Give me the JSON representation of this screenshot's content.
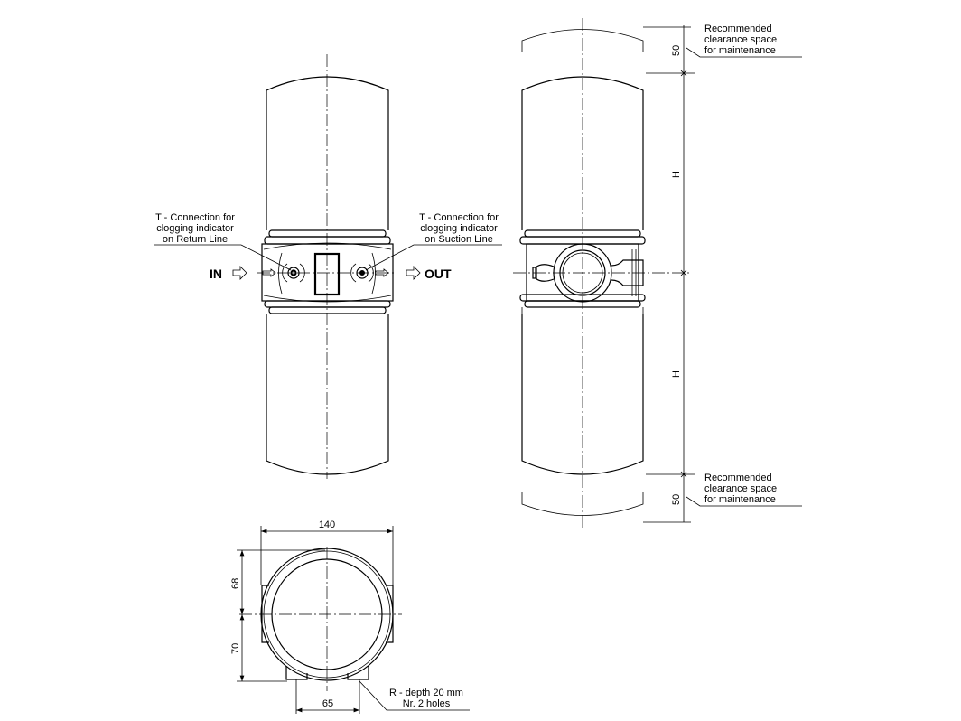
{
  "front_view": {
    "callout_left": [
      "T - Connection for",
      "clogging indicator",
      "on Return Line"
    ],
    "callout_right": [
      "T - Connection for",
      "clogging indicator",
      "on Suction Line"
    ],
    "inlet_label": "IN",
    "outlet_label": "OUT"
  },
  "side_view": {
    "clearance_note_top": [
      "Recommended",
      "clearance space",
      "for maintenance"
    ],
    "clearance_note_bottom": [
      "Recommended",
      "clearance space",
      "for maintenance"
    ],
    "dim_top_clearance": "50",
    "dim_height_top": "H",
    "dim_height_bottom": "H",
    "dim_bottom_clearance": "50"
  },
  "bottom_view": {
    "dim_width": "140",
    "dim_upper": "68",
    "dim_lower": "70",
    "dim_holes_spacing": "65",
    "hole_note": [
      "R - depth 20 mm",
      "Nr. 2 holes"
    ]
  }
}
